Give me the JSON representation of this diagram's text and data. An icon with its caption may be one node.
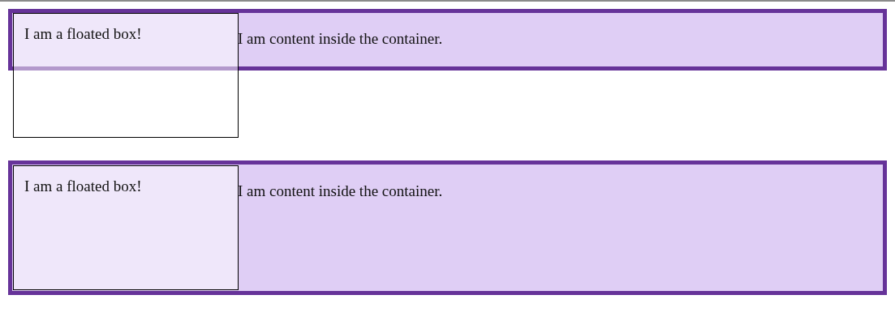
{
  "diagram": {
    "nodes": [
      {
        "text": [
          "I am content inside the container."
        ]
      },
      {
        "text": [
          "I am a floated box!"
        ]
      },
      {
        "text": [
          "I am content inside the container."
        ]
      },
      {
        "text": [
          "I am a floated box!"
        ],
        "in": 2
      }
    ]
  }
}
